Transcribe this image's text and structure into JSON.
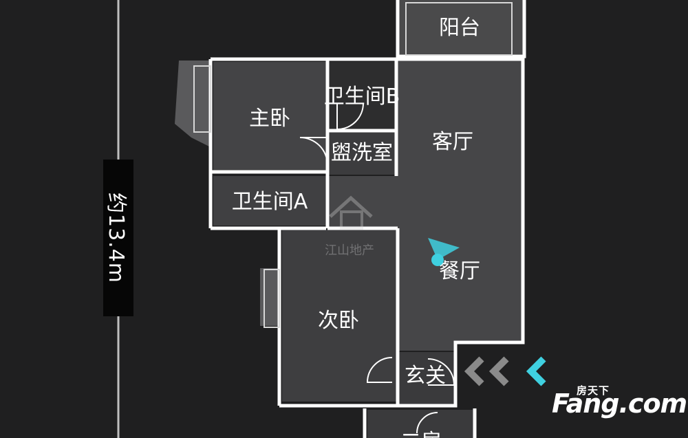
{
  "rooms": {
    "balcony": "阳台",
    "master_bedroom": "主卧",
    "bathroom_b": "卫生间B",
    "washroom": "盥洗室",
    "living_room": "客厅",
    "bathroom_a": "卫生间A",
    "dining_room": "餐厅",
    "second_bedroom": "次卧",
    "entrance": "玄关",
    "bottom_room_partial": "二房"
  },
  "dimension_label": "约13.4m",
  "watermark_text": "江山地产",
  "brand": {
    "top": "房天下",
    "main": "Fang.com"
  },
  "colors": {
    "background": "#1f1f20",
    "wall": "#ffffff",
    "accent": "#3fd0e0"
  }
}
